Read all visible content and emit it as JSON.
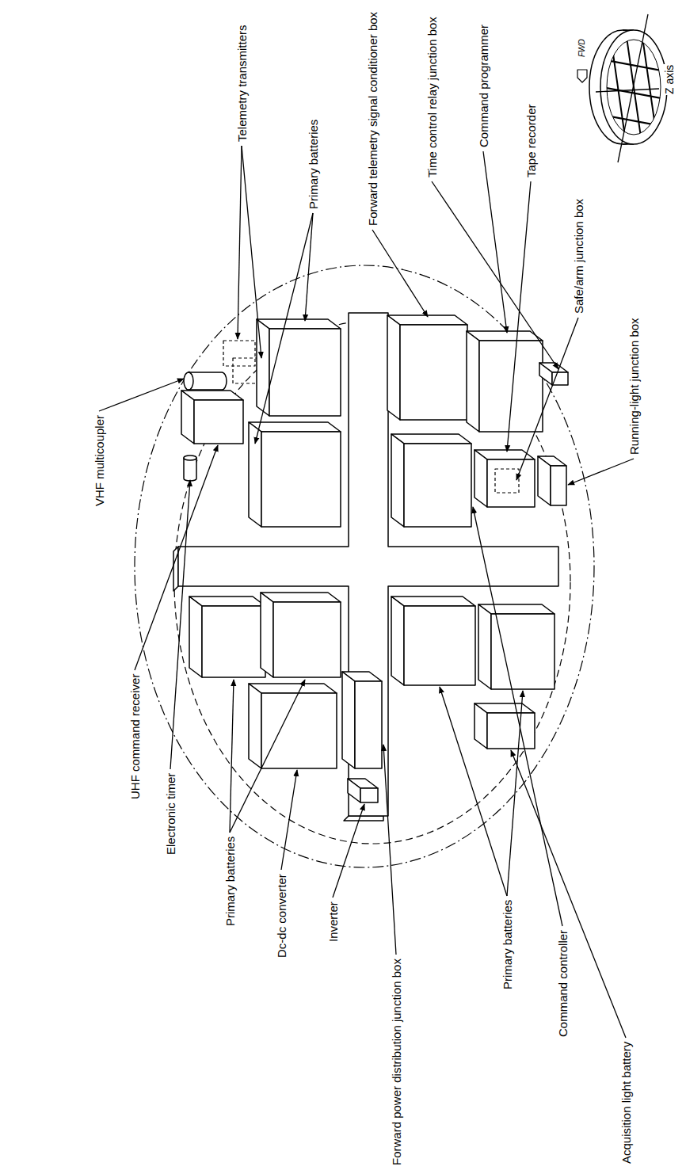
{
  "diagram": {
    "labels": [
      "Telemetry transmitters",
      "Primary batteries",
      "Forward telemetry signal conditioner box",
      "Time control relay junction box",
      "Command programmer",
      "Tape recorder",
      "Safe/arm junction box",
      "Running-light junction box",
      "Z axis",
      "FWD",
      "VHF multicoupler",
      "UHF command receiver",
      "Electronic timer",
      "Primary batteries",
      "Dc-dc converter",
      "Inverter",
      "Forward power distribution junction box",
      "Primary batteries",
      "Command controller",
      "Acquisition light battery"
    ]
  }
}
